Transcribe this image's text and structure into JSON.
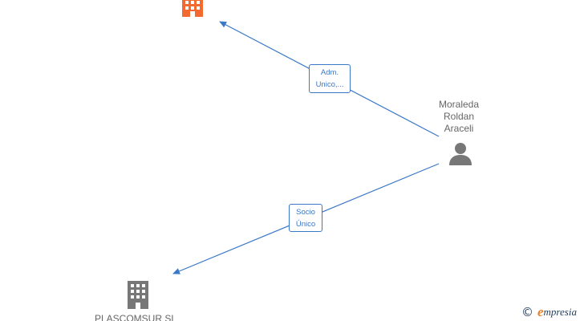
{
  "nodes": {
    "company_top": {
      "label": "",
      "icon": "building-icon",
      "color": "#f26a30"
    },
    "person": {
      "label_lines": [
        "Moraleda",
        "Roldan",
        "Araceli"
      ],
      "icon": "person-icon",
      "color": "#777777"
    },
    "company_bottom": {
      "label": "PLASCOMSUR SL",
      "icon": "building-icon",
      "color": "#777777"
    }
  },
  "edges": [
    {
      "from": "person",
      "to": "company_top",
      "label_lines": [
        "Adm.",
        "Unico,..."
      ]
    },
    {
      "from": "person",
      "to": "company_bottom",
      "label_lines": [
        "Socio",
        "Único"
      ]
    }
  ],
  "colors": {
    "edge": "#3a78c8",
    "accent_company": "#f26a30",
    "neutral_icon": "#777777"
  },
  "watermark": {
    "symbol": "©",
    "brand_initial": "e",
    "brand_rest": "mpresia"
  }
}
